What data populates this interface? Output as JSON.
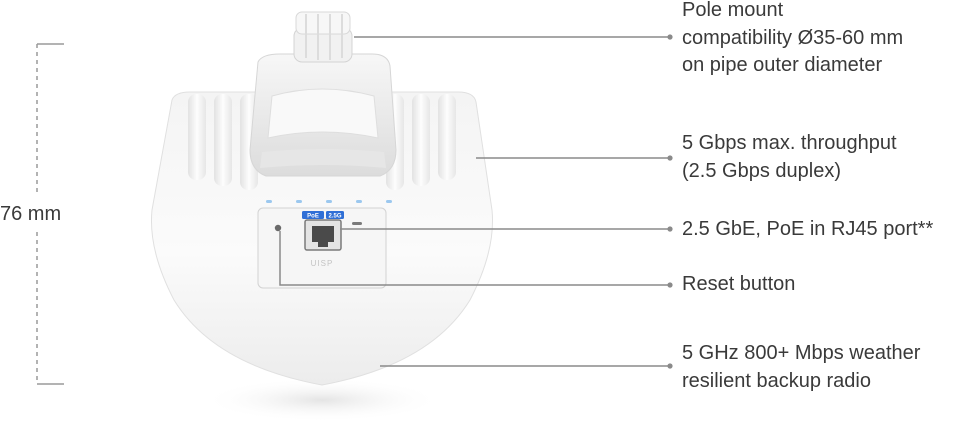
{
  "dimension": {
    "height_label": "76 mm"
  },
  "callouts": {
    "pole_mount": {
      "line1": "Pole mount",
      "line2": "compatibility Ø35-60 mm",
      "line3": "on pipe outer diameter"
    },
    "throughput": {
      "line1": "5 Gbps max. throughput",
      "line2": "(2.5 Gbps duplex)"
    },
    "port": {
      "line1": "2.5 GbE, PoE in RJ45 port**"
    },
    "reset": {
      "line1": "Reset button"
    },
    "radio": {
      "line1": "5 GHz 800+ Mbps weather",
      "line2": "resilient backup radio"
    }
  },
  "device": {
    "port_badge_left": "PoE",
    "port_badge_right": "2.5G",
    "brand_text": "UISP"
  },
  "colors": {
    "text": "#3a3a3a",
    "leader_line": "#8a8a8a",
    "dimension_line": "#9a9a9a",
    "port_badge": "#2f6fd6",
    "status_led": "#9cc8ef"
  }
}
